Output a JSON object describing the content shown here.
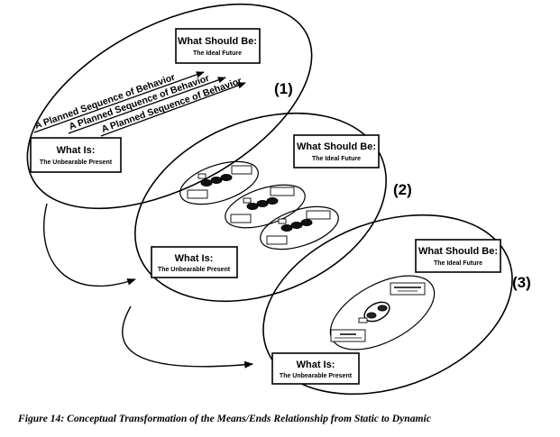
{
  "box_titles": {
    "should": "What Should Be:",
    "is": "What Is:"
  },
  "box_subtitles": {
    "ideal": "The Ideal Future",
    "present": "The Unbearable Present"
  },
  "sequence_label": "A Planned Sequence of Behavior",
  "stages": [
    "(1)",
    "(2)",
    "(3)"
  ],
  "caption": "Figure 14: Conceptual Transformation of the Means/Ends Relationship from Static to Dynamic"
}
